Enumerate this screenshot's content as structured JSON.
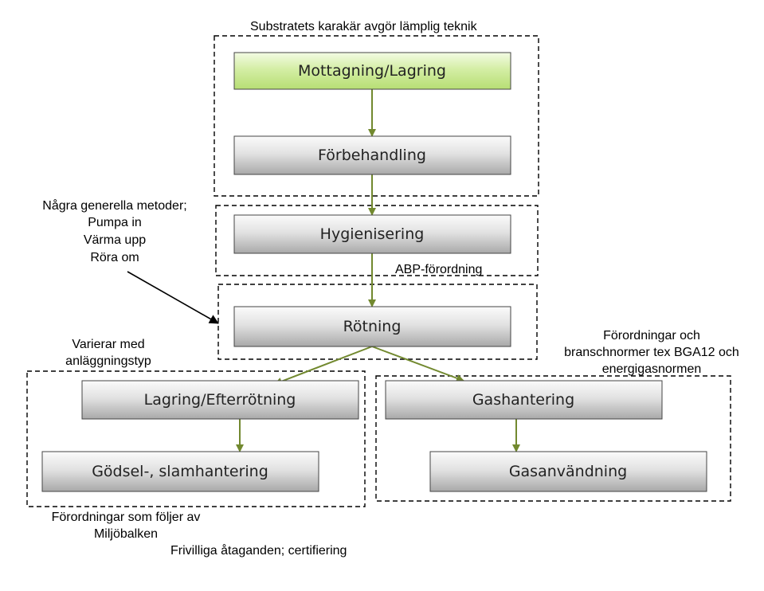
{
  "nodes": {
    "mottagning": "Mottagning/Lagring",
    "forbehandling": "Förbehandling",
    "hygienisering": "Hygienisering",
    "rotning": "Rötning",
    "lagring": "Lagring/Efterrötning",
    "godsel": "Gödsel-, slamhantering",
    "gashantering": "Gashantering",
    "gasanvandning": "Gasanvändning"
  },
  "notes": {
    "substrat": "Substratets karakär avgör lämplig teknik",
    "metoder": [
      "Några generella metoder;",
      "Pumpa in",
      "Värma upp",
      "Röra om"
    ],
    "abp": "ABP-förordning",
    "varierar": [
      "Varierar med",
      "anläggningstyp"
    ],
    "forordningar_gas": [
      "Förordningar och",
      "branschnormer tex BGA12 och",
      "energigasnormen"
    ],
    "miljobalken": [
      "Förordningar som följer av",
      "Miljöbalken"
    ],
    "frivilliga": "Frivilliga åtaganden; certifiering"
  },
  "colors": {
    "box_gray_top": "#fbfbfb",
    "box_gray_bottom": "#a9a9a9",
    "box_green_top": "#f3fbe3",
    "box_green_bottom": "#b7de74",
    "arrow": "#72892f",
    "border": "#000000"
  }
}
